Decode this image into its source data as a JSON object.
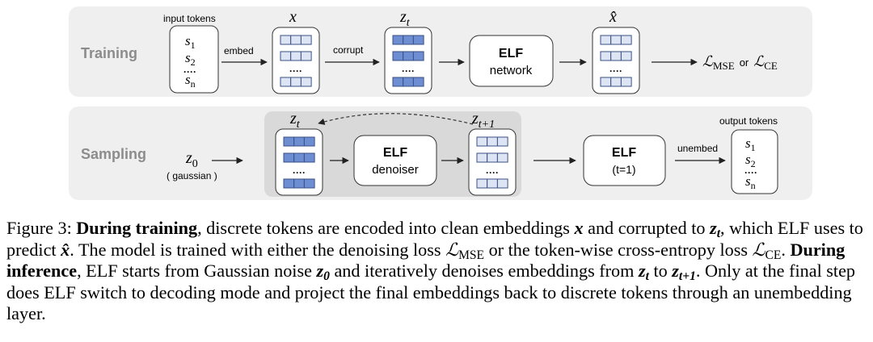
{
  "training": {
    "label": "Training",
    "input_label": "input tokens",
    "tokens": [
      "s",
      "s",
      "····",
      "s"
    ],
    "token_subs": [
      "1",
      "2",
      "",
      "n"
    ],
    "embed_label": "embed",
    "x_label": "x",
    "corrupt_label": "corrupt",
    "zt_base": "z",
    "zt_sub": "t",
    "network_title": "ELF",
    "network_sub": "network",
    "xhat_label": "x̂",
    "loss_prefix": "ℒ",
    "loss_mse_sub": "MSE",
    "loss_or": "or",
    "loss_ce_prefix": "ℒ",
    "loss_ce_sub": "CE"
  },
  "sampling": {
    "label": "Sampling",
    "z0_base": "z",
    "z0_sub": "0",
    "z0_note": "( gaussian )",
    "zt_base": "z",
    "zt_sub": "t",
    "zt1_base": "z",
    "zt1_sub": "t+1",
    "denoiser_title": "ELF",
    "denoiser_sub": "denoiser",
    "final_title": "ELF",
    "final_sub": "(t=1)",
    "unembed_label": "unembed",
    "output_label": "output tokens",
    "tokens": [
      "s",
      "s",
      "····",
      "s"
    ],
    "token_subs": [
      "1",
      "2",
      "",
      "n"
    ]
  },
  "dots": "····",
  "caption": {
    "p1": "Figure 3: ",
    "b1": "During training",
    "p2": ", discrete tokens are encoded into clean embeddings ",
    "m1": "x",
    "p3": " and corrupted to ",
    "m2": "z",
    "m2sub": "t",
    "p4": ", which ELF uses to predict ",
    "m3": "x̂",
    "p5": ".  The model is trained with either the denoising loss ",
    "l1": "ℒ",
    "l1sub": "MSE",
    "p6": " or the token-wise cross-entropy loss ",
    "l2": "ℒ",
    "l2sub": "CE",
    "p7": ". ",
    "b2": "During inference",
    "p8": ", ELF starts from Gaussian noise ",
    "m4": "z",
    "m4sub": "0",
    "p9": " and iteratively denoises embeddings from ",
    "m5": "z",
    "m5sub": "t",
    "p10": " to ",
    "m6": "z",
    "m6sub": "t+1",
    "p11": ". Only at the final step does ELF switch to decoding mode and project the final embeddings back to discrete tokens through an unembedding layer."
  },
  "colors": {
    "panel": "#efefef",
    "loop_panel": "#d9d9d9",
    "cell_light": "#dde5f4",
    "cell_dark": "#6d8ed2",
    "cell_border": "#3a4f86",
    "box_border": "#333333"
  }
}
